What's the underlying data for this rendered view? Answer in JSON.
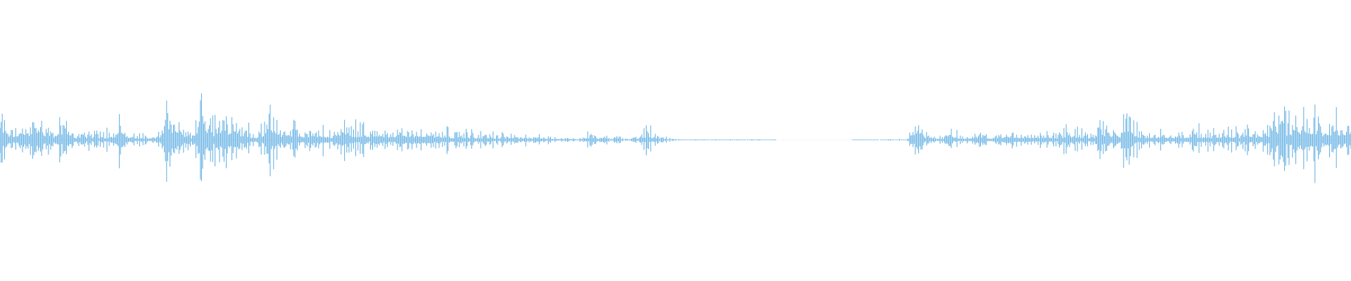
{
  "waveform": {
    "color": "#5dade2",
    "background": "#ffffff",
    "amplitude_peaks": [
      0.95,
      0.25,
      0.35,
      0.3,
      0.72,
      0.4,
      0.28,
      0.55,
      0.22,
      0.18,
      0.15,
      0.12,
      0.25,
      0.45,
      0.2,
      0.12,
      0.1,
      0.08,
      0.72,
      0.5,
      0.3,
      0.15,
      0.96,
      0.45,
      0.3,
      0.68,
      0.4,
      0.25,
      0.18,
      0.6,
      0.3,
      0.35,
      0.28,
      0.3,
      0.22,
      0.25,
      0.2,
      0.62,
      0.35,
      0.28,
      0.22,
      0.3,
      0.25,
      0.28,
      0.32,
      0.25,
      0.3,
      0.28,
      0.22,
      0.2,
      0.18,
      0.16,
      0.15,
      0.14,
      0.12,
      0.1,
      0.12,
      0.1,
      0.08,
      0.1,
      0.08,
      0.07,
      0.06,
      0.05,
      0.2,
      0.08,
      0.06,
      0.05,
      0.04,
      0.1,
      0.28,
      0.12,
      0.05,
      0.02,
      0.01,
      0.01,
      0.01,
      0.01,
      0.01,
      0.01,
      0.01,
      0.01,
      0.01,
      0.01,
      0.0,
      0.0,
      0.0,
      0.0,
      0.0,
      0.0,
      0.0,
      0.0,
      0.0,
      0.01,
      0.01,
      0.0,
      0.01,
      0.02,
      0.0,
      0.62,
      0.12,
      0.1,
      0.12,
      0.18,
      0.1,
      0.12,
      0.22,
      0.1,
      0.12,
      0.3,
      0.15,
      0.12,
      0.18,
      0.2,
      0.15,
      0.22,
      0.25,
      0.18,
      0.16,
      0.48,
      0.35,
      0.12,
      0.82,
      0.25,
      0.2,
      0.18,
      0.15,
      0.22,
      0.2,
      0.28,
      0.22,
      0.18,
      0.25,
      0.2,
      0.2,
      0.3,
      0.22,
      0.28,
      0.7,
      0.45,
      0.65,
      0.55,
      0.72,
      0.4,
      0.6,
      0.45,
      0.5
    ]
  }
}
